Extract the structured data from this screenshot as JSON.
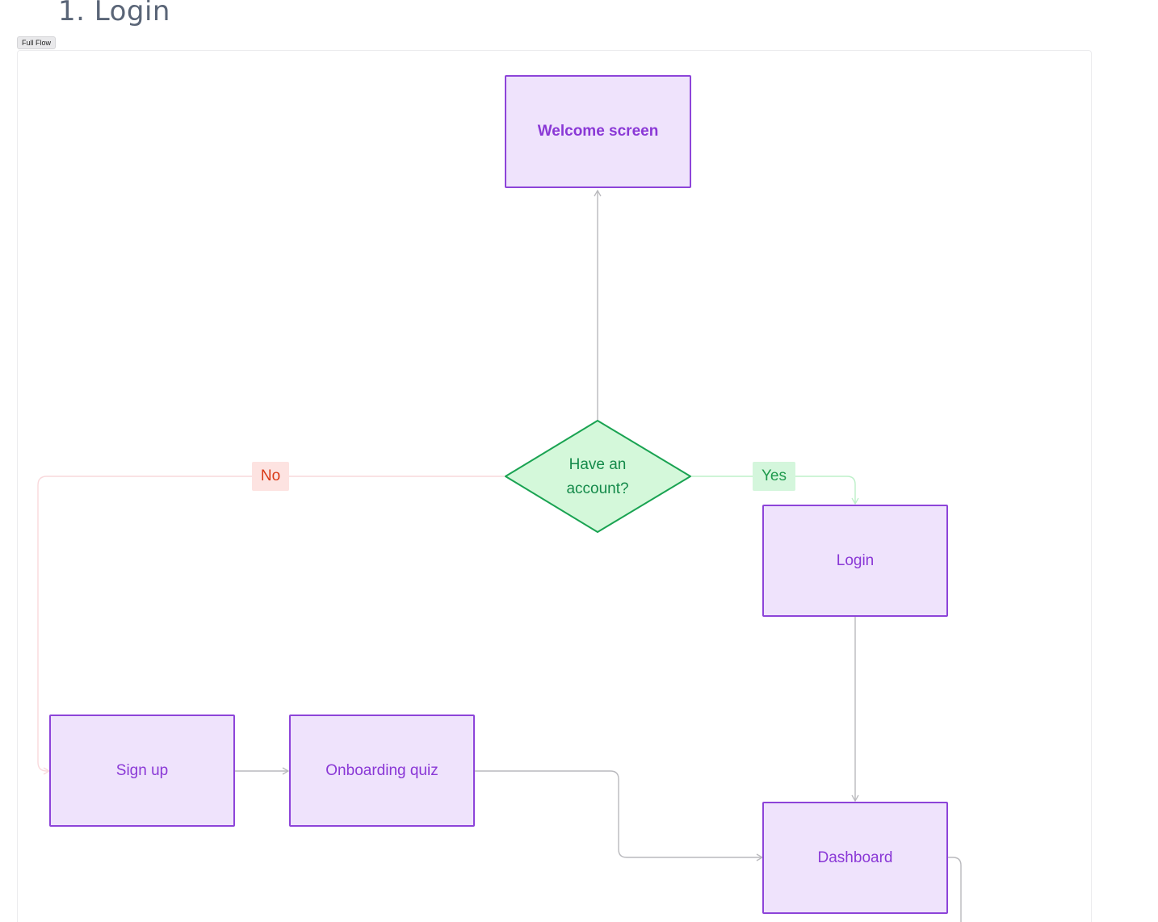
{
  "page": {
    "title": "1. Login",
    "flow_tag": "Full Flow"
  },
  "nodes": {
    "welcome": "Welcome screen",
    "decision": "Have an account?",
    "login": "Login",
    "signup": "Sign up",
    "onboarding": "Onboarding quiz",
    "dashboard": "Dashboard"
  },
  "edge_labels": {
    "no": "No",
    "yes": "Yes"
  },
  "colors": {
    "node_fill": "#efe3fc",
    "node_border": "#8d44d9",
    "node_text": "#8a38d6",
    "decision_fill": "#d4f8da",
    "decision_border": "#1aa352",
    "decision_text": "#148a4a",
    "no_label_bg": "#fde3e1",
    "no_label_text": "#d93a17",
    "yes_label_bg": "#d4f6dc",
    "yes_label_text": "#1f9a4d",
    "connector": "#b9b9bd",
    "connector_no": "#f9d9dc",
    "connector_yes": "#bdf0c9"
  }
}
